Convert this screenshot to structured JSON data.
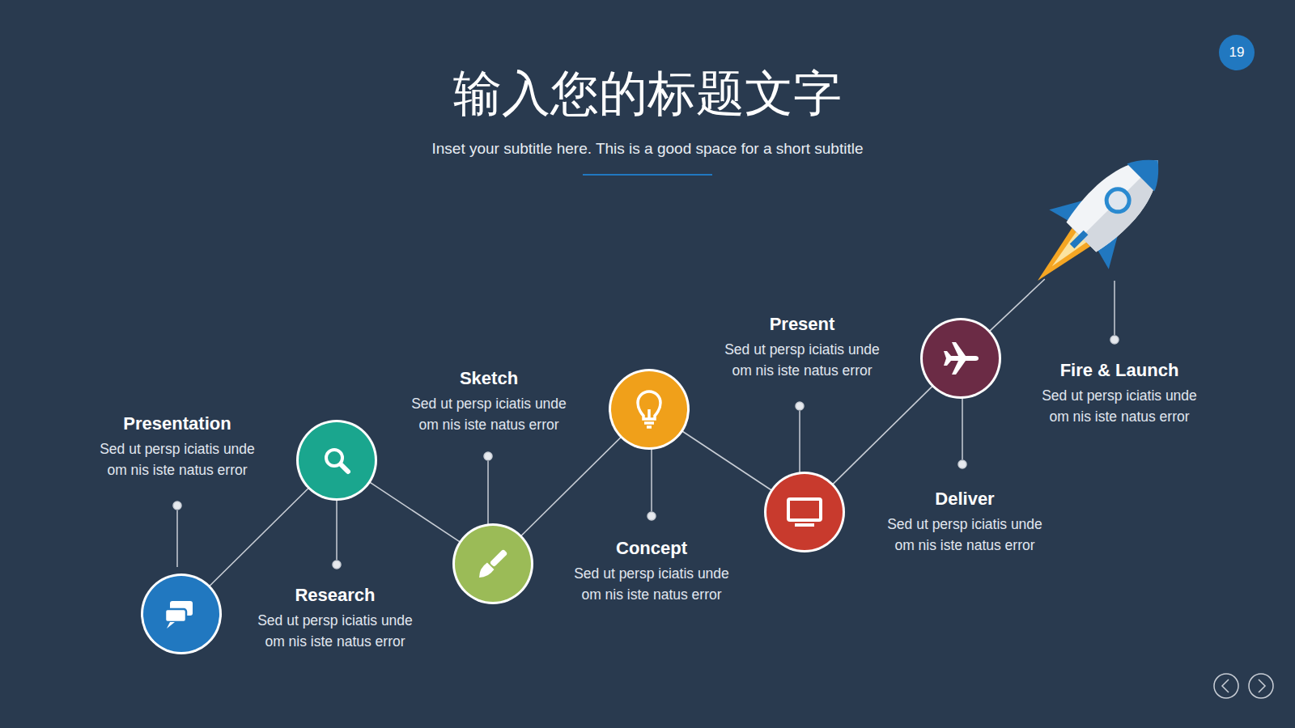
{
  "diagram": {
    "title": "输入您的标题文字",
    "nodes": [
      {
        "text": [
          "Presentation",
          "Sed ut persp iciatis unde om nis iste natus error"
        ]
      },
      {
        "text": [
          "Research",
          "Sed ut persp iciatis unde om nis iste natus error"
        ]
      },
      {
        "text": [
          "Sketch",
          "Sed ut persp iciatis unde om nis iste natus error"
        ]
      },
      {
        "text": [
          "Concept",
          "Sed ut persp iciatis unde om nis iste natus error"
        ]
      },
      {
        "text": [
          "Present",
          "Sed ut persp iciatis unde om nis iste natus error"
        ]
      },
      {
        "text": [
          "Deliver",
          "Sed ut persp iciatis unde om nis iste natus error"
        ]
      },
      {
        "text": [
          "Fire & Launch",
          "Sed ut persp iciatis unde om nis iste natus error"
        ]
      }
    ],
    "edges": [
      {
        "from": 0,
        "to": 1,
        "arrow": "none"
      },
      {
        "from": 1,
        "to": 2,
        "arrow": "none"
      },
      {
        "from": 2,
        "to": 3,
        "arrow": "none"
      },
      {
        "from": 3,
        "to": 4,
        "arrow": "none"
      },
      {
        "from": 4,
        "to": 5,
        "arrow": "none"
      },
      {
        "from": 5,
        "to": 6,
        "arrow": "none"
      }
    ],
    "labels": [
      "Inset your subtitle here. This is a good space for a short subtitle",
      "19"
    ]
  }
}
